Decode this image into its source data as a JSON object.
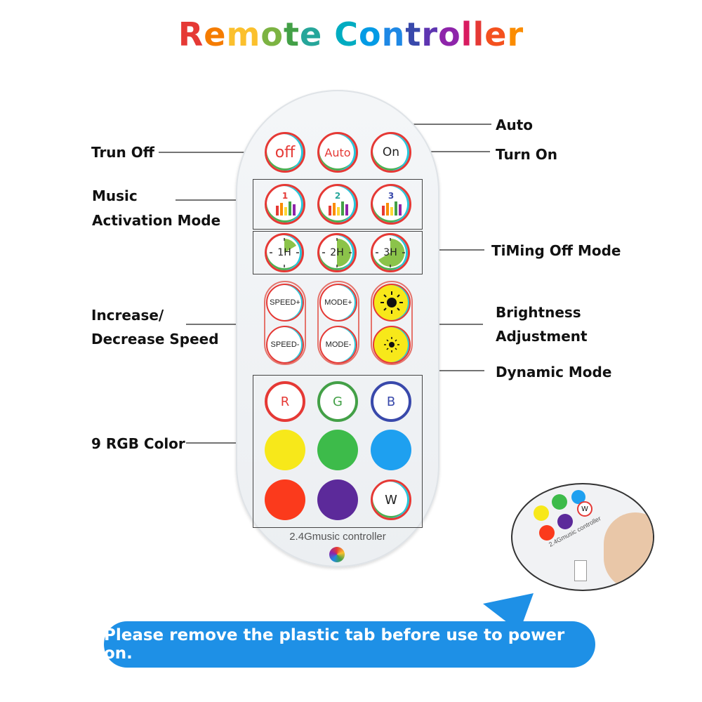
{
  "title": "Remote Controller",
  "title_colors": [
    "#e53935",
    "#f57c00",
    "#fbc02d",
    "#7cb342",
    "#43a047",
    "#26a69a",
    "#00acc1",
    "#039be5",
    "#1e88e5",
    "#3949ab",
    "#5e35b1",
    "#8e24aa",
    "#d81b60",
    "#e53935",
    "#f4511e",
    "#fb8c00",
    "#c0ca33"
  ],
  "labels": {
    "turn_off": "Trun Off",
    "auto": "Auto",
    "turn_on": "Turn On",
    "music_1": "Music",
    "music_2": "Activation Mode",
    "timing": "TiMing Off Mode",
    "speed_1": "Increase/",
    "speed_2": "Decrease Speed",
    "bright_1": "Brightness",
    "bright_2": "Adjustment",
    "dynamic": "Dynamic Mode",
    "rgb": "9 RGB Color"
  },
  "buttons": {
    "off": "off",
    "auto": "Auto",
    "on": "On",
    "music": [
      "1",
      "2",
      "3"
    ],
    "timer": [
      "1H",
      "2H",
      "3H"
    ],
    "speed_up": "SPEED+",
    "speed_down": "SPEED-",
    "mode_up": "MODE+",
    "mode_down": "MODE-",
    "r": "R",
    "g": "G",
    "b": "B",
    "w": "W"
  },
  "colors": {
    "yellow": "#f7e81a",
    "green": "#3dbb4a",
    "blue": "#1ea0f0",
    "red": "#fb3a1c",
    "purple": "#5c2a9a"
  },
  "brand": "2.4Gmusic controller",
  "inset_brand": "2.4Gmusic controller",
  "notice": "Please remove the plastic tab before use to power on."
}
